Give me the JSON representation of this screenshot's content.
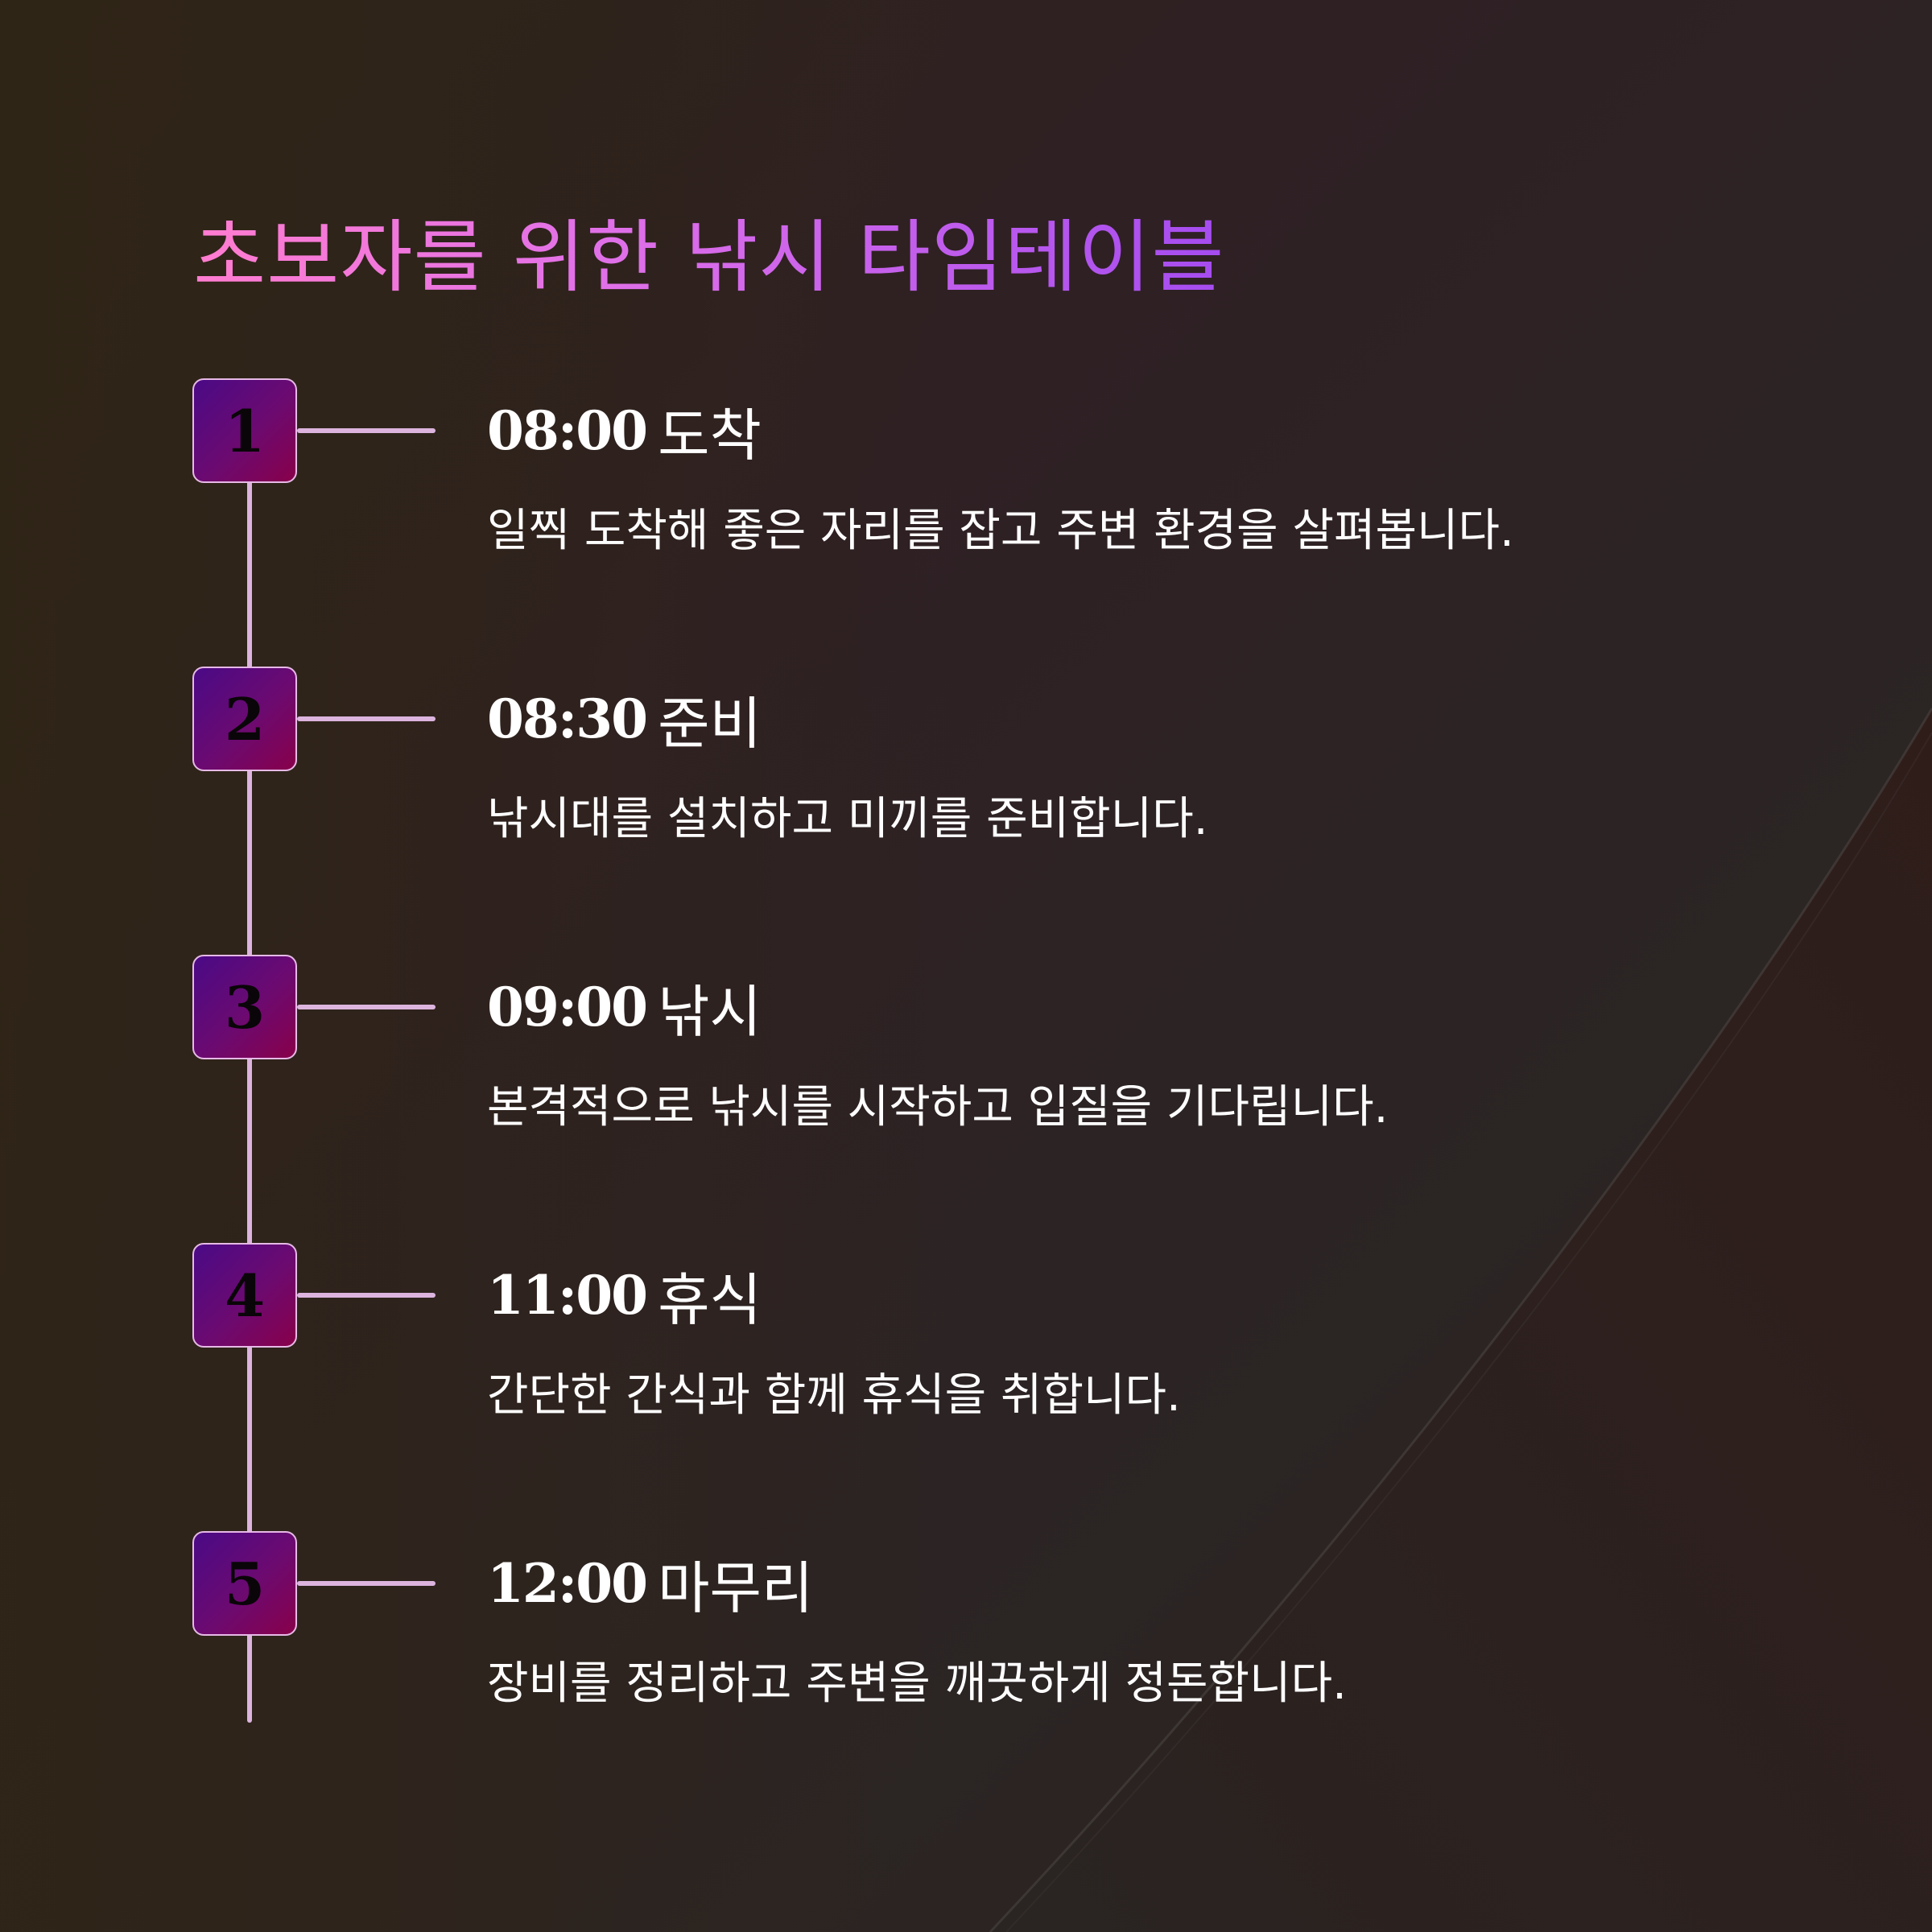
{
  "title": "초보자를 위한 낚시 타임테이블",
  "colors": {
    "background": "#2a2421",
    "title_gradient_start": "#ff7dd0",
    "title_gradient_end": "#a54cf0",
    "timeline_line": "#dcb4de",
    "badge_gradient_start": "#4a0a86",
    "badge_gradient_end": "#88004a",
    "text": "#ffffff"
  },
  "steps": [
    {
      "number": "1",
      "time": "08:00",
      "label": "도착",
      "description": "일찍 도착해 좋은 자리를 잡고 주변 환경을 살펴봅니다."
    },
    {
      "number": "2",
      "time": "08:30",
      "label": "준비",
      "description": "낚시대를 설치하고 미끼를 준비합니다."
    },
    {
      "number": "3",
      "time": "09:00",
      "label": "낚시",
      "description": "본격적으로 낚시를 시작하고 입질을 기다립니다."
    },
    {
      "number": "4",
      "time": "11:00",
      "label": "휴식",
      "description": "간단한 간식과 함께 휴식을 취합니다."
    },
    {
      "number": "5",
      "time": "12:00",
      "label": "마무리",
      "description": "장비를 정리하고 주변을 깨끗하게 정돈합니다."
    }
  ]
}
